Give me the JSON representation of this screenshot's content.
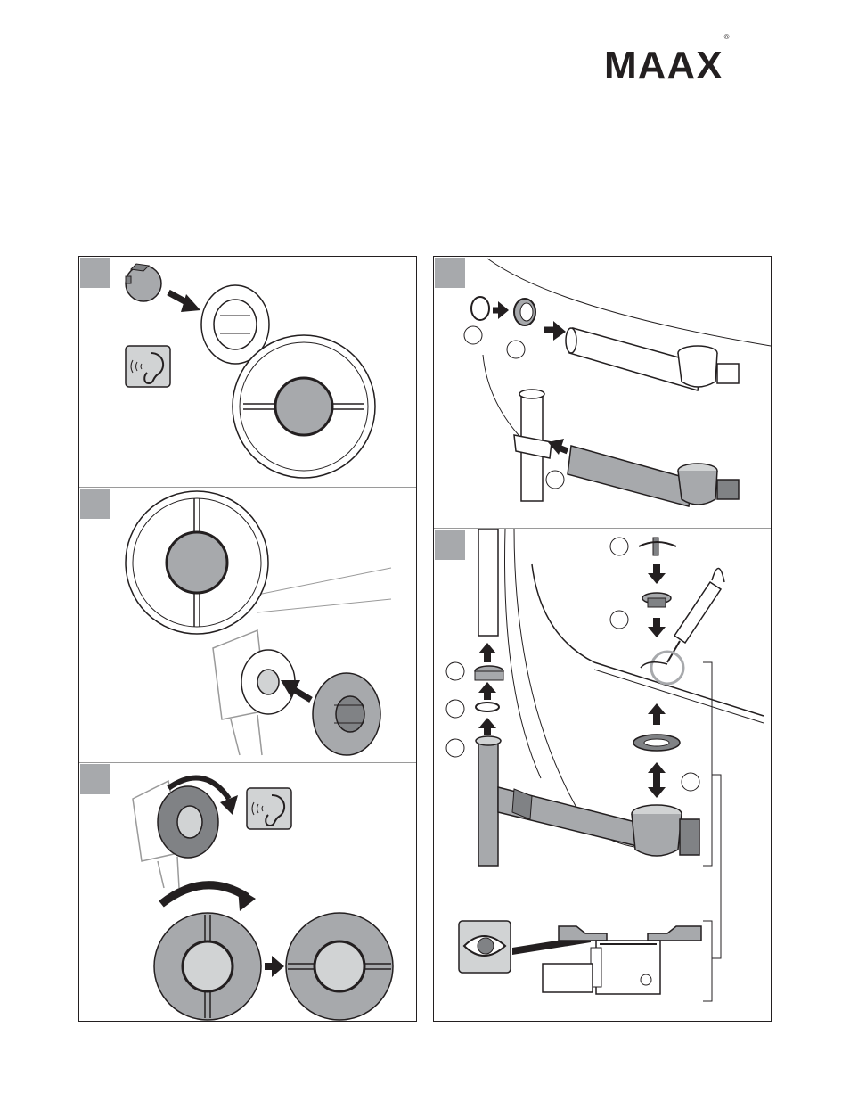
{
  "brand": {
    "name": "MAAX",
    "registered_mark": "®"
  },
  "colors": {
    "outline": "#231f20",
    "gray_fill": "#a7a9ac",
    "dark_gray": "#808285",
    "light_gray": "#d1d3d4"
  },
  "icons": [
    "ear-icon",
    "eye-icon",
    "arrow-icon",
    "rotate-arrow-icon"
  ],
  "left_panel": {
    "steps": [
      {
        "step_icon": "step-box"
      },
      {
        "step_icon": "step-box"
      },
      {
        "step_icon": "step-box"
      }
    ]
  },
  "right_panel": {
    "steps": [
      {
        "step_icon": "step-box"
      },
      {
        "step_icon": "step-box"
      }
    ]
  }
}
